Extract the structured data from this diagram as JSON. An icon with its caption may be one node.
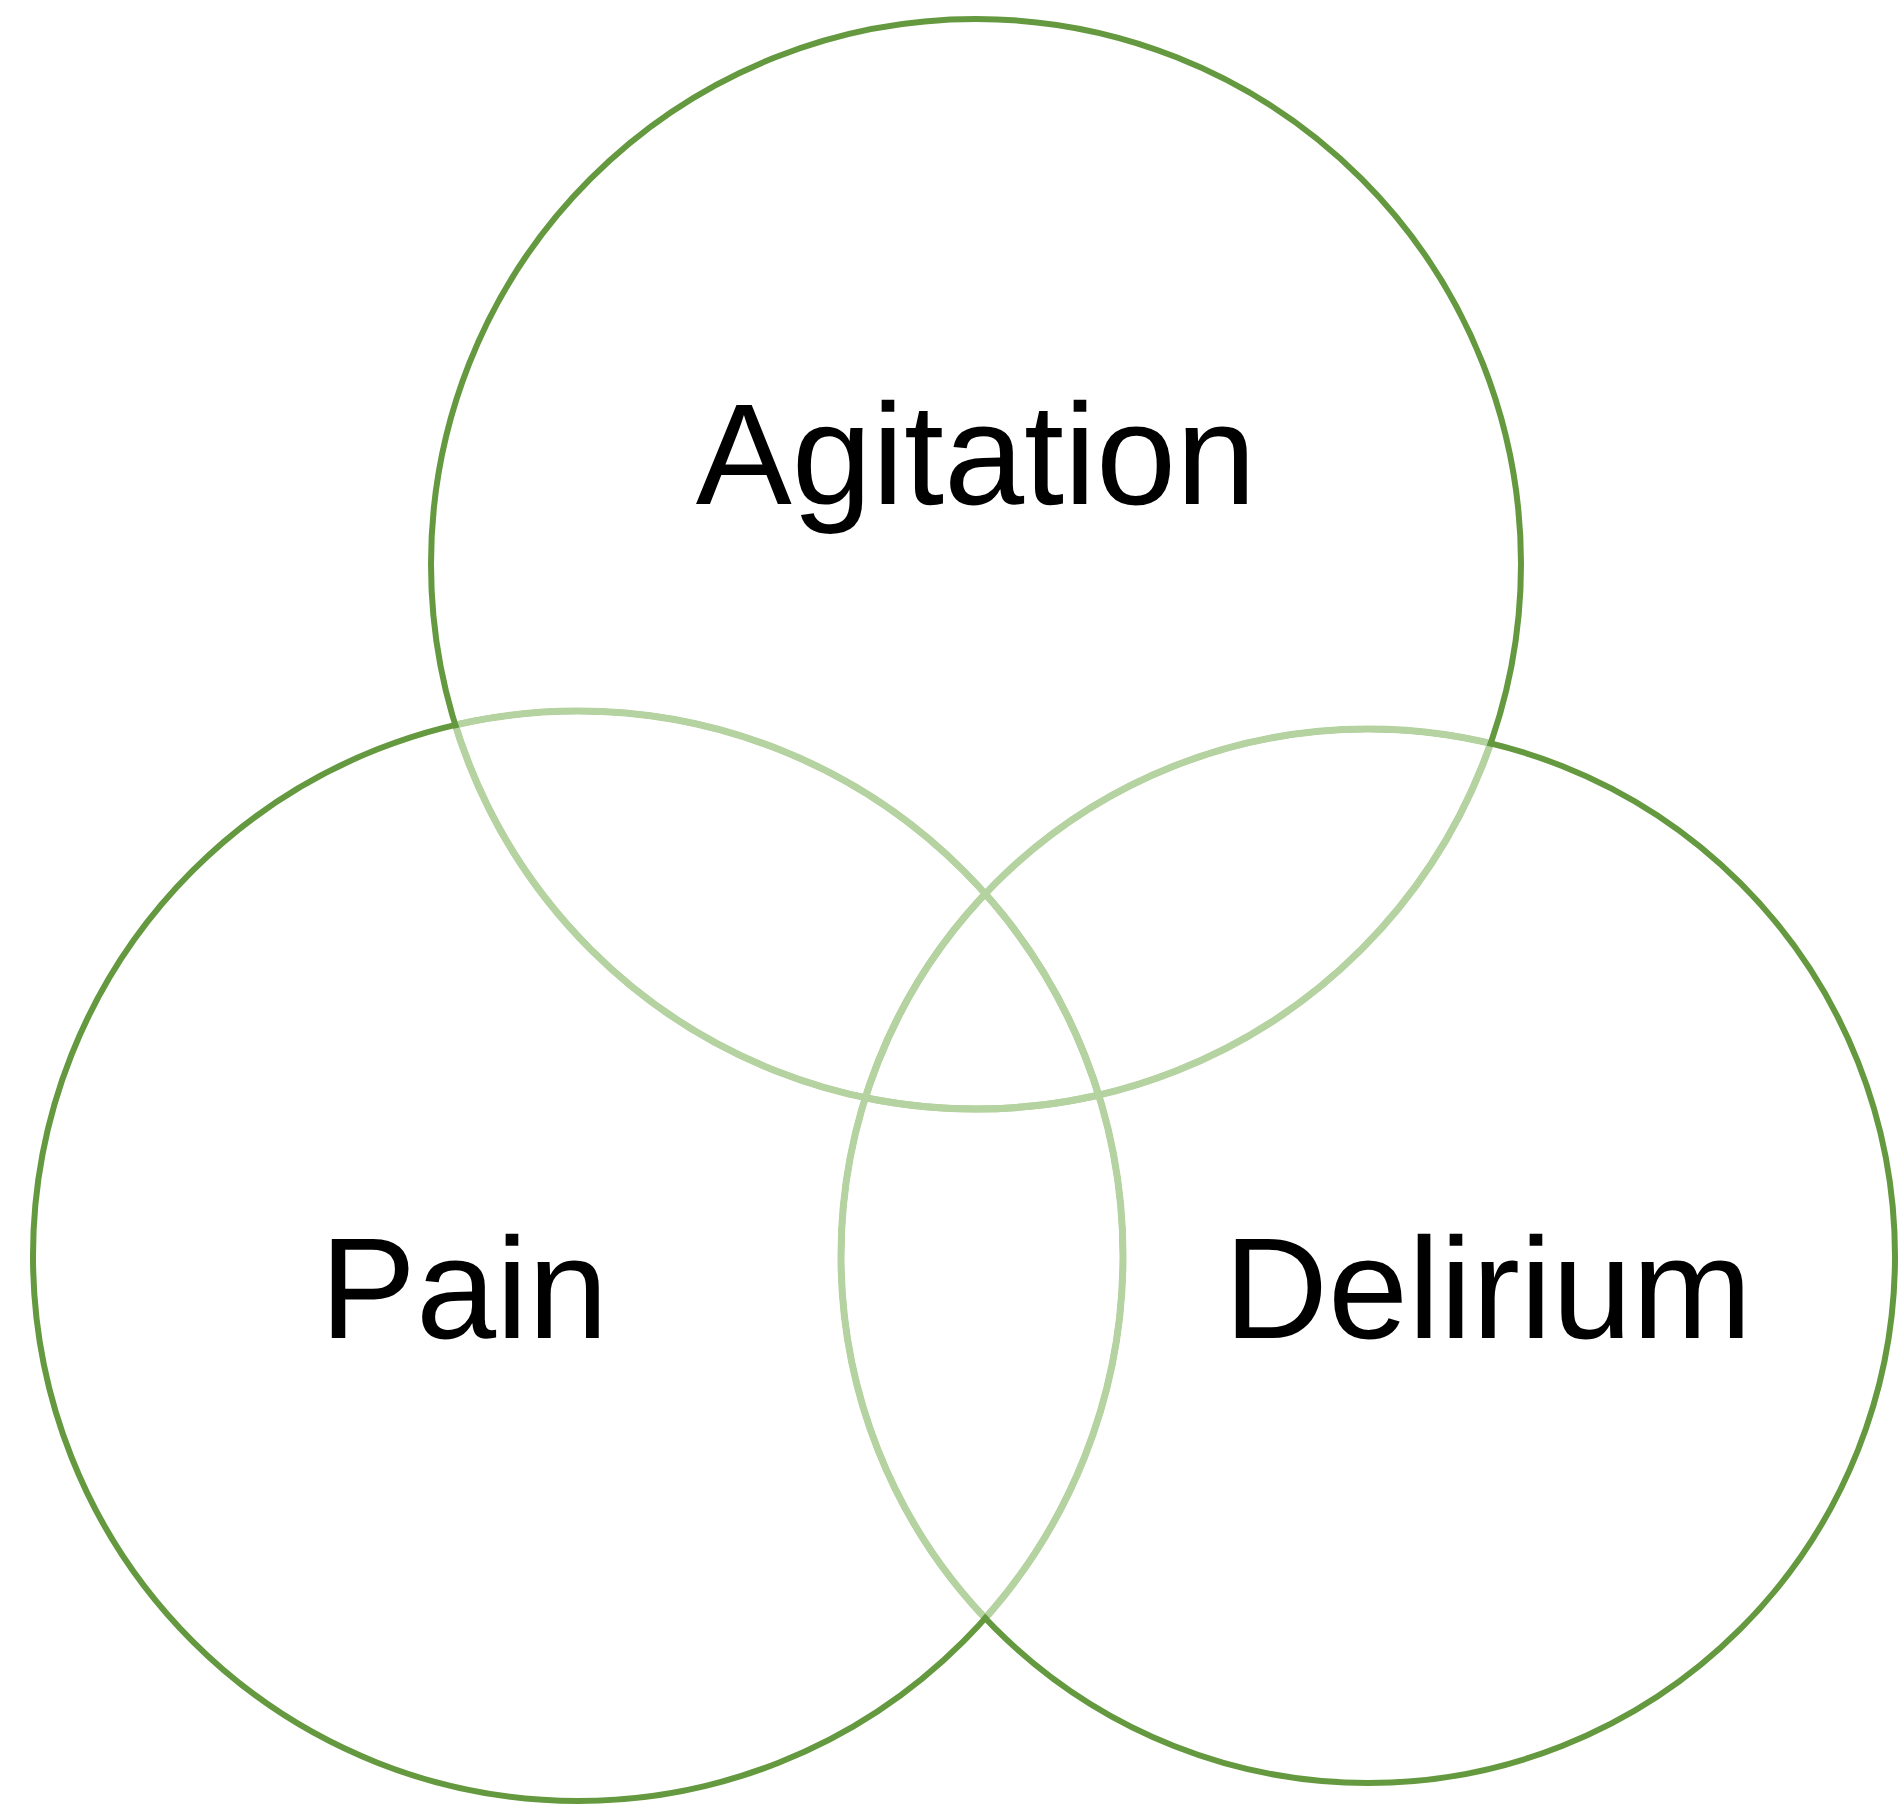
{
  "diagram": {
    "nodes": [
      {
        "text": [
          "Agitation"
        ]
      },
      {
        "text": [
          "Pain"
        ]
      },
      {
        "text": [
          "Delirium"
        ]
      }
    ]
  }
}
